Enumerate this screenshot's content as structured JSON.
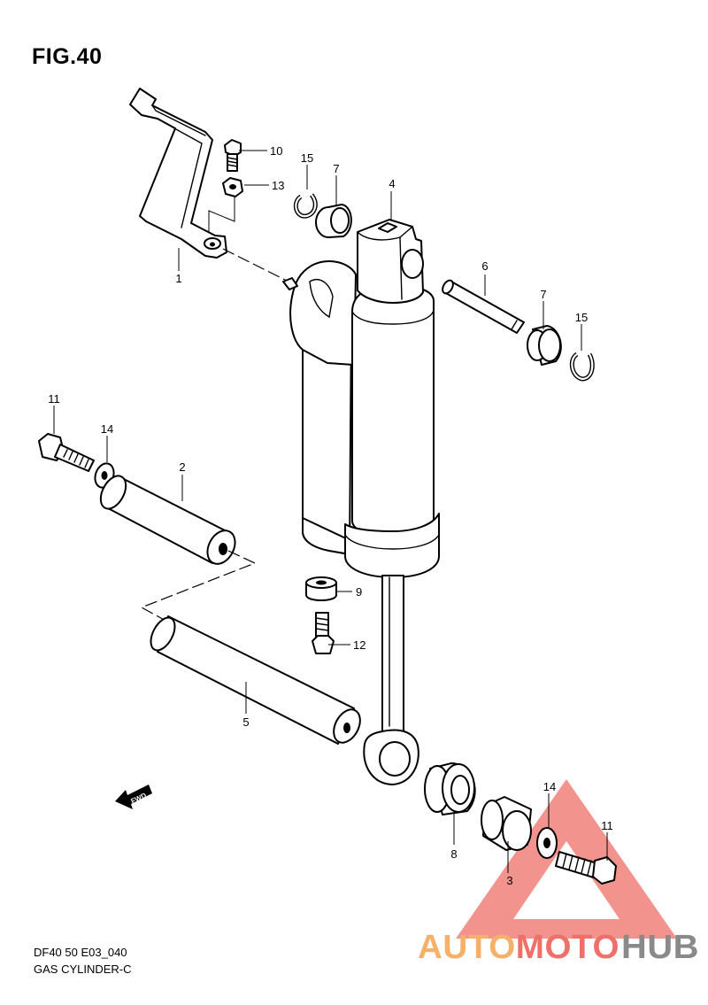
{
  "figure": {
    "title": "FIG.40",
    "code": "DF40 50 E03_040",
    "name": "GAS CYLINDER-C",
    "direction_label": "FWD"
  },
  "callouts": {
    "c1": "1",
    "c2": "2",
    "c3": "3",
    "c4": "4",
    "c5": "5",
    "c6": "6",
    "c7a": "7",
    "c7b": "7",
    "c8": "8",
    "c9": "9",
    "c10": "10",
    "c11a": "11",
    "c11b": "11",
    "c12": "12",
    "c13": "13",
    "c14a": "14",
    "c14b": "14",
    "c15a": "15",
    "c15b": "15"
  },
  "watermark": {
    "part1": "AUTOMOTO",
    "part2": "HUB",
    "colors": {
      "triangle": "#f2827a",
      "auto": "#f5b06a",
      "moto": "#ee7068",
      "hub": "#8a8a8a"
    }
  }
}
